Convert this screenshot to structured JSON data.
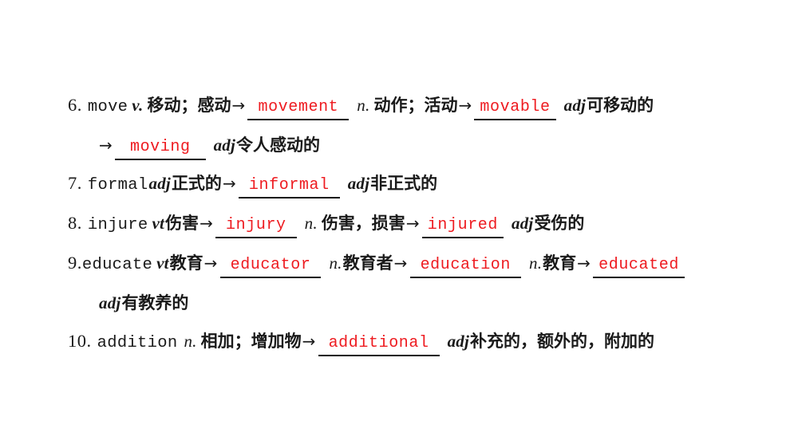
{
  "document": {
    "type": "vocabulary-derivation-worksheet",
    "background_color": "#ffffff",
    "answer_color": "#ee1b20",
    "text_color": "#1a1a1a",
    "blank_underline_color": "#111111"
  },
  "entries": [
    {
      "number": "6.",
      "headword": "move",
      "head_pos": "v.",
      "head_meaning": "移动；感动",
      "arrow": "→",
      "segments": [
        {
          "answer": "movement",
          "pos": "n.",
          "meaning": "动作；活动"
        },
        {
          "answer": "movable",
          "pos": "adj",
          "meaning": "可移动的"
        },
        {
          "answer": "moving",
          "pos": "adj",
          "meaning": "令人感动的"
        }
      ]
    },
    {
      "number": "7.",
      "headword": "formal",
      "head_pos": "adj",
      "head_meaning": "正式的",
      "arrow": "→",
      "segments": [
        {
          "answer": "informal",
          "pos": "adj",
          "meaning": "非正式的"
        }
      ]
    },
    {
      "number": "8.",
      "headword": "injure",
      "head_pos": "vt",
      "head_meaning": "伤害",
      "arrow": "→",
      "segments": [
        {
          "answer": "injury",
          "pos": "n.",
          "meaning": "伤害，损害"
        },
        {
          "answer": "injured",
          "pos": "adj",
          "meaning": "受伤的"
        }
      ]
    },
    {
      "number": "9.",
      "headword": "educate",
      "head_pos": "vt",
      "head_meaning": "教育",
      "arrow": "→",
      "segments": [
        {
          "answer": "educator",
          "pos": "n.",
          "meaning": "教育者"
        },
        {
          "answer": "education",
          "pos": "n.",
          "meaning": "教育"
        },
        {
          "answer": "educated",
          "pos": "adj",
          "meaning": "有教养的"
        }
      ]
    },
    {
      "number": "10.",
      "headword": "addition",
      "head_pos": "n.",
      "head_meaning": "相加；增加物",
      "arrow": "→",
      "segments": [
        {
          "answer": "additional",
          "pos": "adj",
          "meaning": "补充的，额外的，附加的"
        }
      ]
    }
  ]
}
